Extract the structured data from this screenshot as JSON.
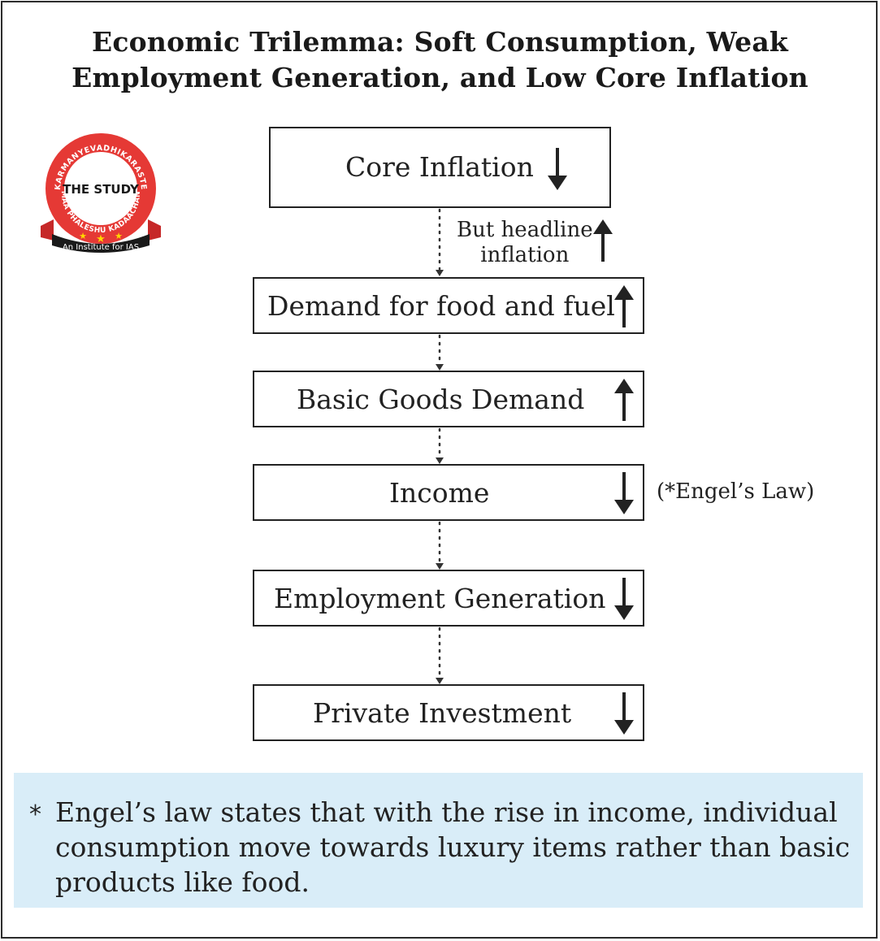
{
  "title": {
    "line1": "Economic Trilemma: Soft Consumption, Weak",
    "line2": "Employment Generation, and Low Core Inflation"
  },
  "logo": {
    "ring_text_top": "KARMANYEVADHIKARASTE",
    "ring_text_bottom": "MAA PHALESHU KADAACHAN",
    "center_text": "THE STUDY",
    "ribbon_text": "An Institute for IAS",
    "brand_color": "#e53935"
  },
  "nodes": [
    {
      "label": "Core Inflation",
      "arrow": "down"
    },
    {
      "label": "Demand for food and fuel",
      "arrow": "up"
    },
    {
      "label": "Basic Goods Demand",
      "arrow": "up"
    },
    {
      "label": "Income",
      "arrow": "down"
    },
    {
      "label": "Employment Generation",
      "arrow": "down"
    },
    {
      "label": "Private Investment",
      "arrow": "down"
    }
  ],
  "side_notes": {
    "headline": {
      "line1": "But headline",
      "line2": "inflation",
      "arrow": "up"
    },
    "engel": "(*Engel’s Law)"
  },
  "footnote": {
    "marker": "*",
    "text": "Engel’s law states that with the rise in income, individual consumption move towards luxury items rather than basic products like food.",
    "background": "#d9edf8"
  }
}
